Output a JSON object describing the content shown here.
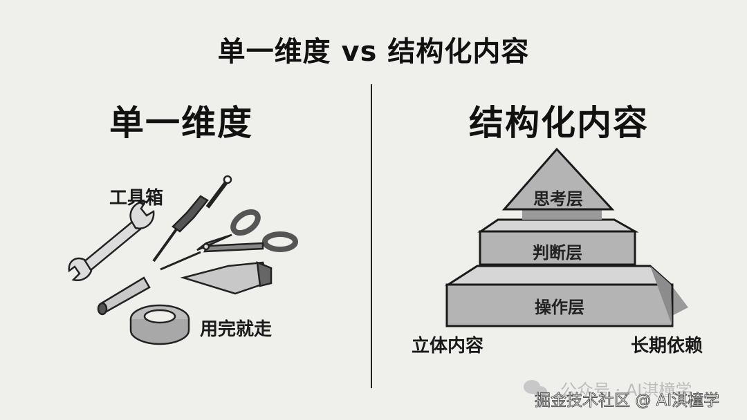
{
  "title": "单一维度 vs 结构化内容",
  "left": {
    "heading": "单一维度",
    "label_top": "工具箱",
    "label_bottom": "用完就走",
    "illustration": [
      "wrench-icon",
      "screwdriver-icon",
      "scissors-icon",
      "screwdriver-icon",
      "scraper-icon",
      "wall-plug-icon",
      "tape-roll-icon"
    ]
  },
  "right": {
    "heading": "结构化内容",
    "pyramid": {
      "layers": [
        {
          "label": "思考层"
        },
        {
          "label": "判断层"
        },
        {
          "label": "操作层"
        }
      ]
    },
    "label_left": "立体内容",
    "label_right": "长期依赖"
  },
  "watermark": {
    "line1": "公众号 · AI淇橦学",
    "line2": "掘金技术社区 @ AI淇橦学"
  },
  "colors": {
    "background": "#efefec",
    "text": "#111111",
    "pyramid_face": "#b4b4b4",
    "pyramid_top": "#d6d6d6",
    "pyramid_side": "#8c8c8c"
  }
}
